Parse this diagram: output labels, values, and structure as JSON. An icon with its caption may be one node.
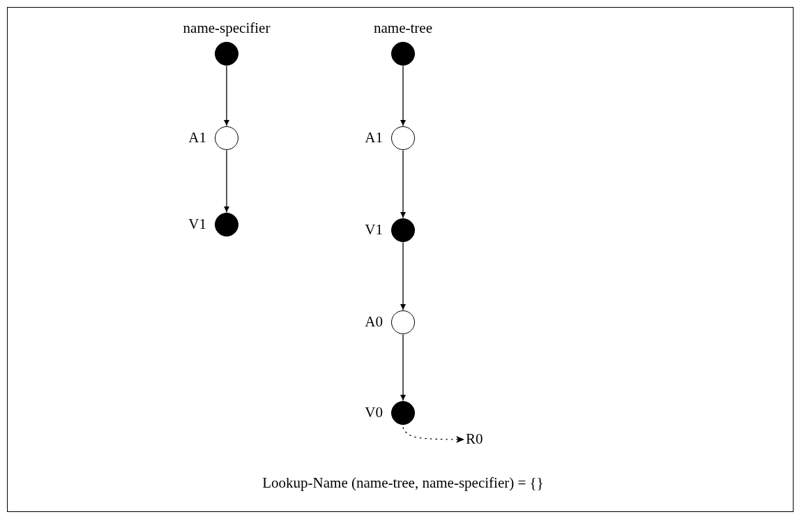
{
  "diagram": {
    "caption": "Lookup-Name (name-tree, name-specifier) = {}",
    "nodes": [
      {
        "text": [],
        "shape": "dot",
        "beside": [
          "name-specifier"
        ]
      },
      {
        "text": [],
        "shape": "circle",
        "beside": [
          "A1"
        ]
      },
      {
        "text": [],
        "shape": "dot",
        "beside": [
          "V1"
        ]
      },
      {
        "text": [],
        "shape": "dot",
        "beside": [
          "name-tree"
        ]
      },
      {
        "text": [],
        "shape": "circle",
        "beside": [
          "A1"
        ]
      },
      {
        "text": [],
        "shape": "dot",
        "beside": [
          "V1"
        ]
      },
      {
        "text": [],
        "shape": "circle",
        "beside": [
          "A0"
        ]
      },
      {
        "text": [],
        "shape": "dot",
        "beside": [
          "V0"
        ]
      },
      {
        "text": [
          "R0"
        ]
      }
    ],
    "edges": [
      {
        "from": 0,
        "to": 1,
        "arrow": "to"
      },
      {
        "from": 1,
        "to": 2,
        "arrow": "to"
      },
      {
        "from": 3,
        "to": 4,
        "arrow": "to"
      },
      {
        "from": 4,
        "to": 5,
        "arrow": "to"
      },
      {
        "from": 5,
        "to": 6,
        "arrow": "to"
      },
      {
        "from": 6,
        "to": 7,
        "arrow": "to"
      },
      {
        "from": 7,
        "to": 8,
        "arrow": "to",
        "style": "dashed"
      }
    ]
  }
}
